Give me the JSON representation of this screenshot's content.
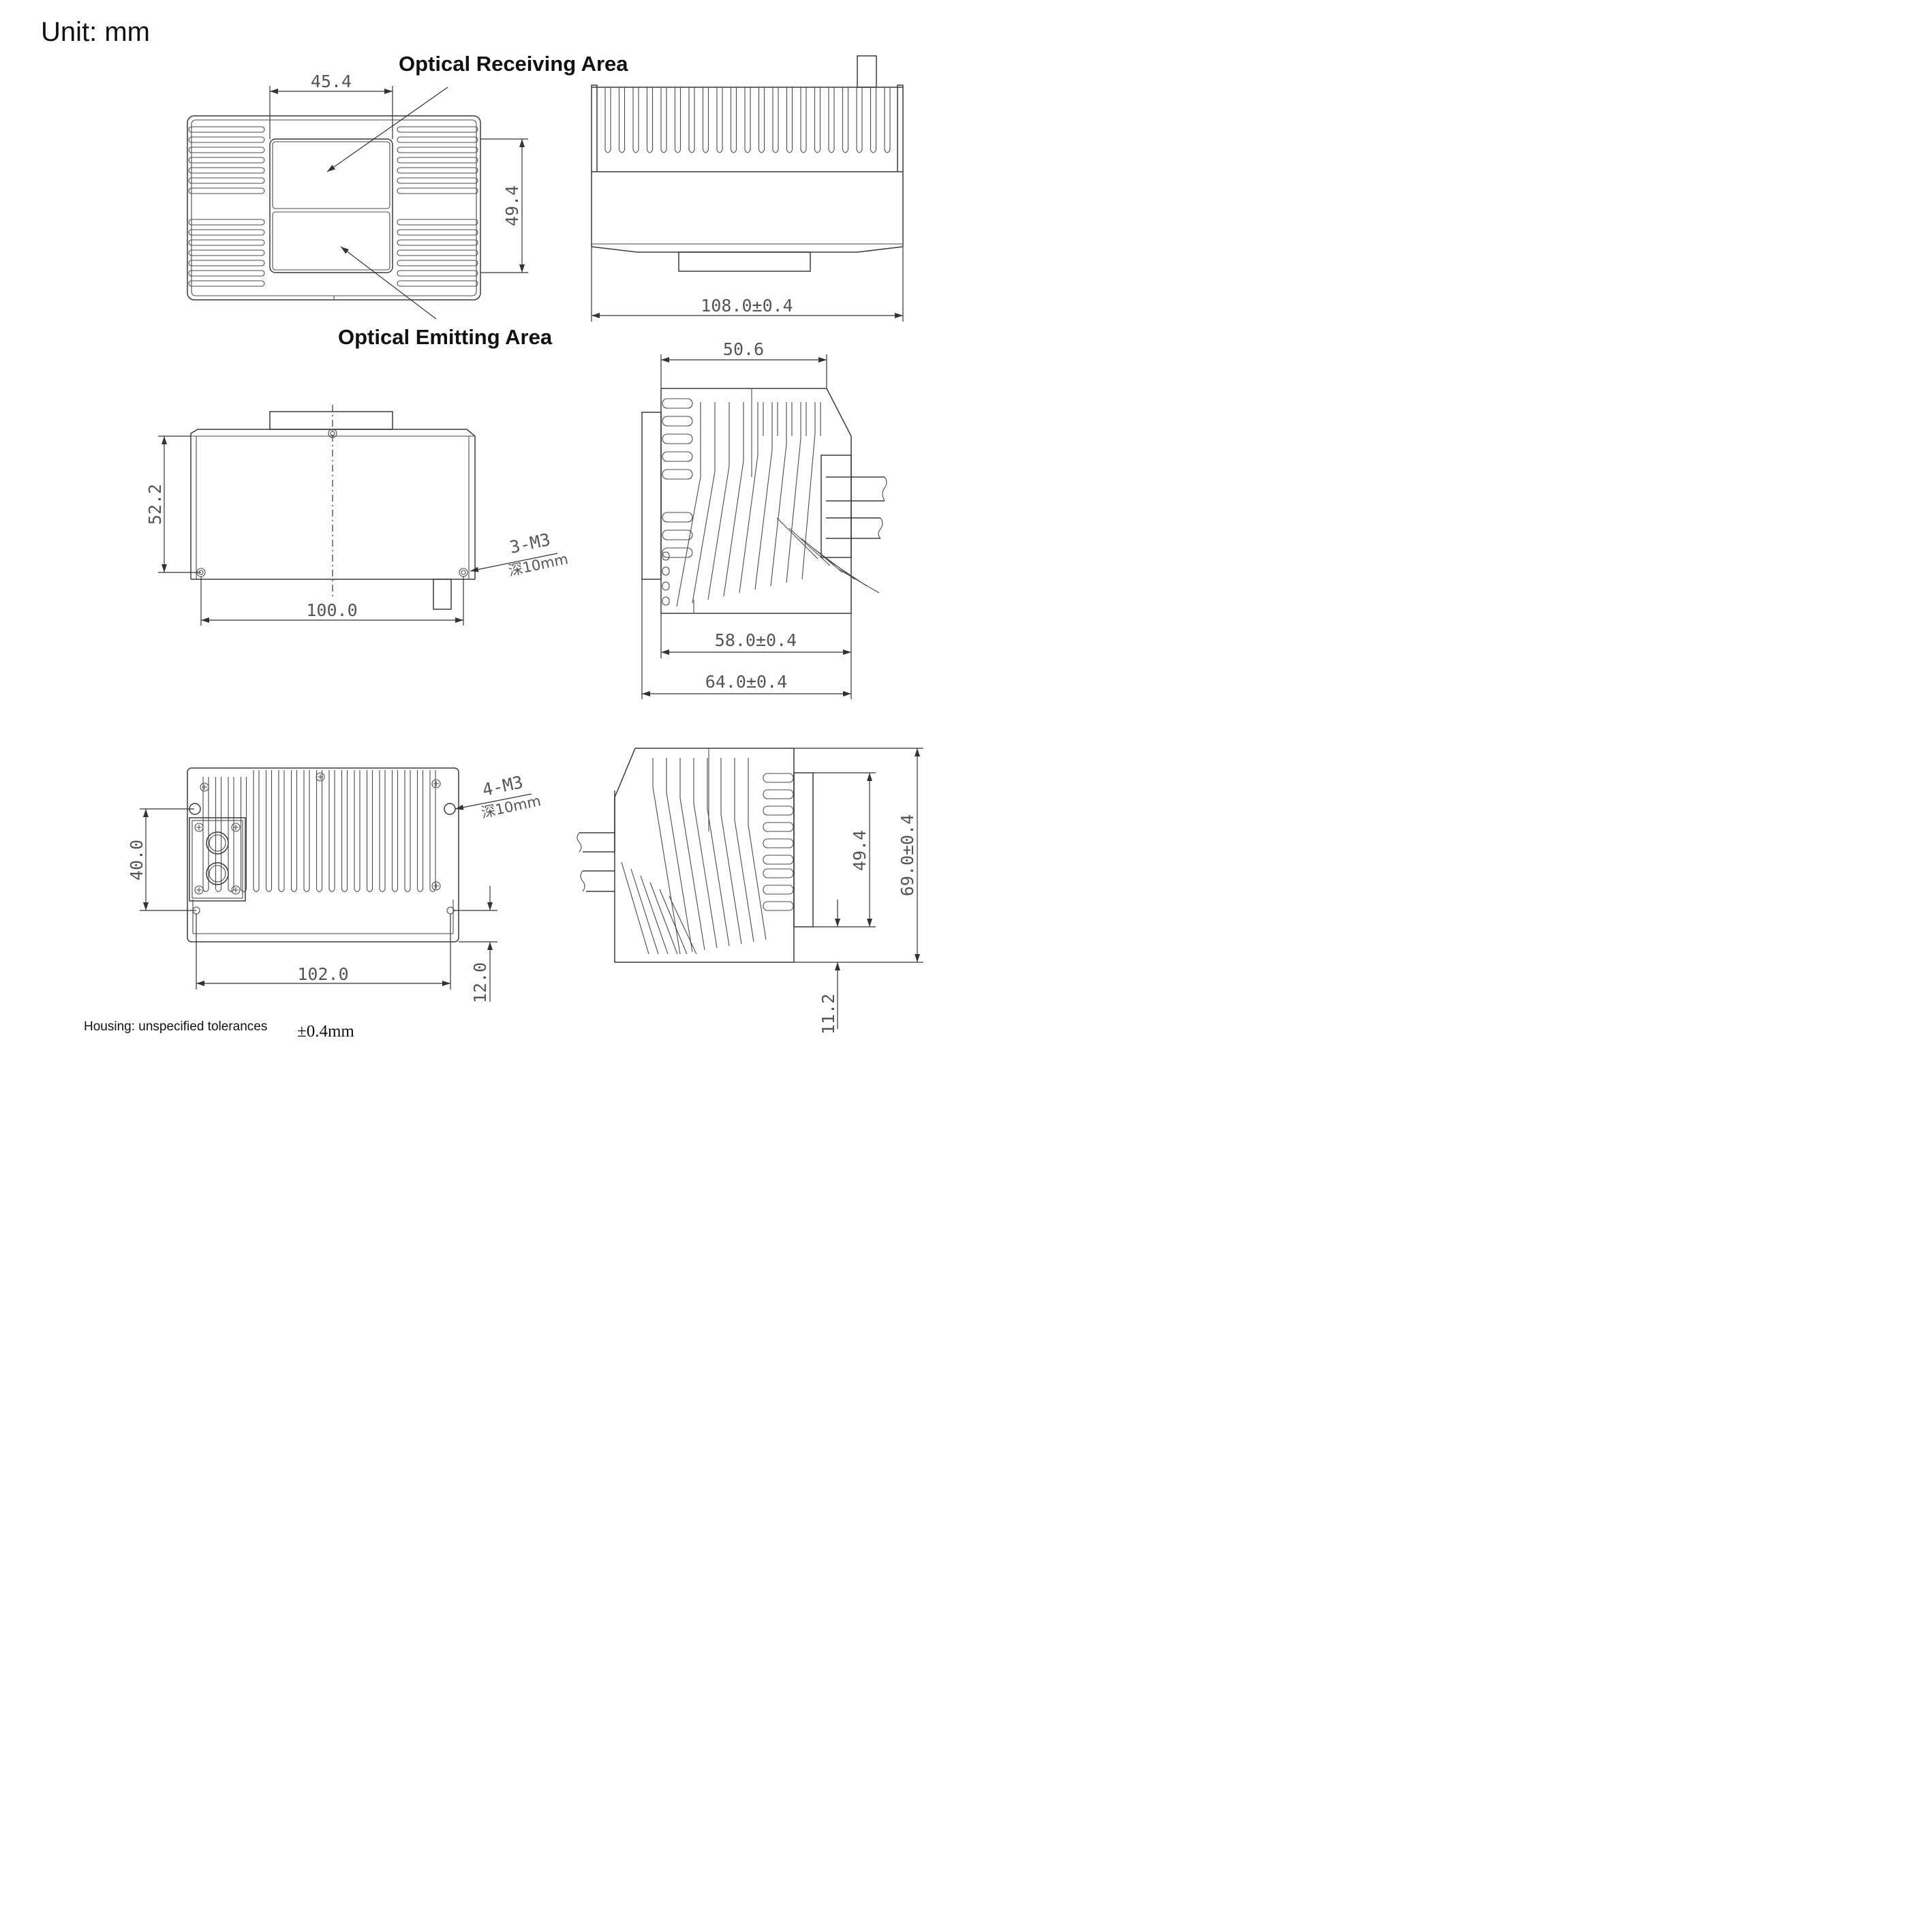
{
  "unit_label": "Unit: mm",
  "labels": {
    "optical_receiving": "Optical Receiving Area",
    "optical_emitting": "Optical Emitting Area"
  },
  "dimensions": {
    "front_width_window": "45.4",
    "front_height_window": "49.4",
    "top_length": "108.0±0.4",
    "side_width": "50.6",
    "side_base": "58.0±0.4",
    "side_total": "64.0±0.4",
    "mount_height": "52.2",
    "mount_spacing": "100.0",
    "mount_holes": "3-M3",
    "mount_depth": "深10mm",
    "rear_height": "40.0",
    "rear_spacing": "102.0",
    "rear_offset": "12.0",
    "rear_holes": "4-M3",
    "rear_depth": "深10mm",
    "right_window": "49.4",
    "right_total": "69.0±0.4",
    "right_offset": "11.2"
  },
  "note": {
    "text": "Housing: unspecified tolerances",
    "tolerance": "±0.4mm"
  },
  "colors": {
    "line": "#3a3a3a",
    "text": "#111111",
    "dim_text": "#555555"
  }
}
